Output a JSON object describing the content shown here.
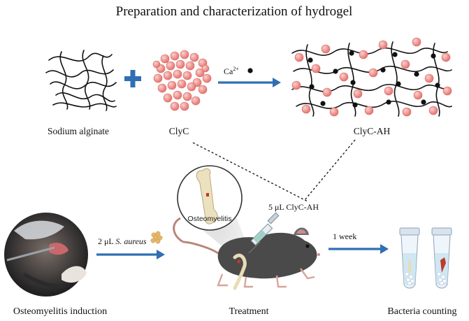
{
  "title": "Preparation and characterization of hydrogel",
  "labels": {
    "sodium_alginate": "Sodium alginate",
    "clyc": "ClyC",
    "clyc_ah": "ClyC-AH",
    "calcium": "Ca",
    "calcium_charge": "2+",
    "osteomyelitis": "Osteomyelitis",
    "injection": "5 μL ClyC-AH",
    "inoculum_amount": "2 μL",
    "inoculum_species": "S. aureus",
    "one_week": "1 week",
    "step_induction": "Osteomyelitis induction",
    "step_treatment": "Treatment",
    "step_counting": "Bacteria counting"
  },
  "colors": {
    "arrow": "#2f6fb3",
    "clyc_sphere": "#f08a86",
    "calcium_dot": "#111111",
    "mouse": "#4a4a4a",
    "bone": "#e9dcb5"
  }
}
